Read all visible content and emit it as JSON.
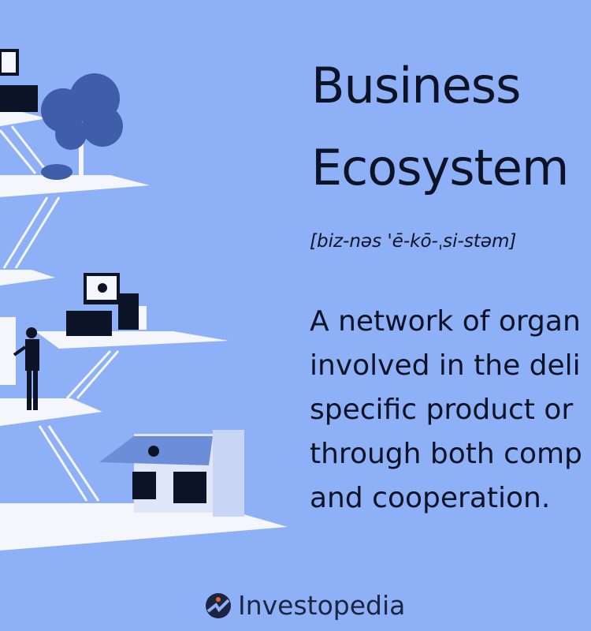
{
  "title": {
    "line1": "Business",
    "line2": "Ecosystem"
  },
  "pronunciation": "[biz-nəs 'ē-kō-ˌsi-stəm]",
  "definition": {
    "lines": [
      "A network of organ",
      "involved in the deli",
      "specific product or",
      "through both comp",
      "and cooperation."
    ]
  },
  "brand": {
    "name": "Investopedia"
  },
  "colors": {
    "background": "#8db0f6",
    "text": "#0d1326",
    "platform": "#f4f6fb",
    "shadow": "#5a78c4",
    "tree": "#3f5da8",
    "accent": "#e8632b"
  }
}
